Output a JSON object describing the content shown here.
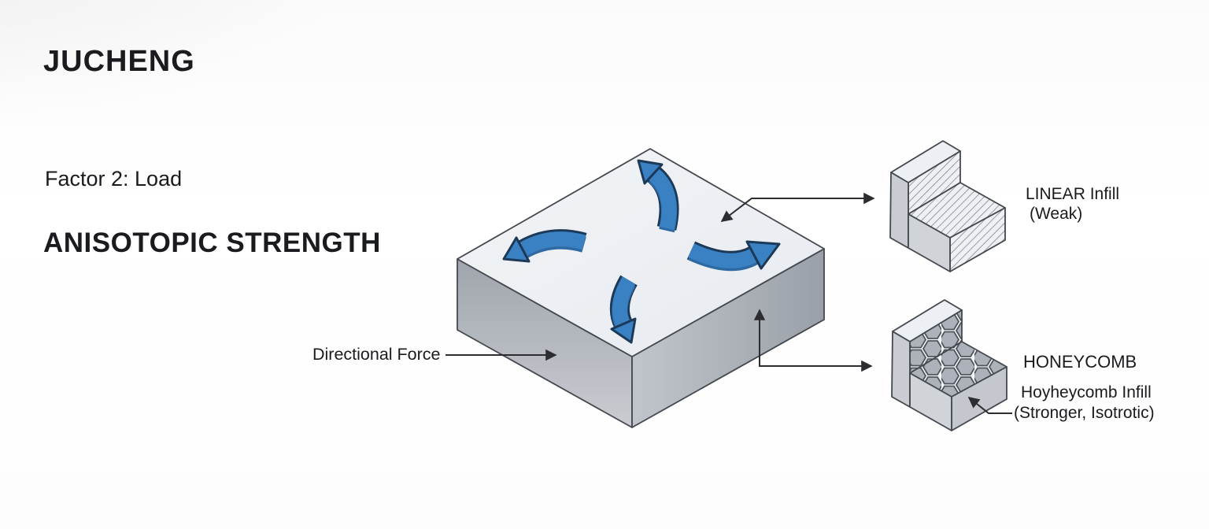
{
  "header": {
    "logo": "JUCHENG"
  },
  "intro": {
    "kicker": "Factor 2: Load",
    "title": "ANISOTOPIC STRENGTH"
  },
  "diagram": {
    "force_label": "Directional Force",
    "linear": {
      "line1": "LINEAR Infill",
      "line2": "(Weak)"
    },
    "honeycomb": {
      "heading": "HONEYCOMB",
      "line1": "Hoyheycomb Infill",
      "line2": "(Stronger, Isotrotic)"
    }
  },
  "colors": {
    "arrow_blue": "#3a81c4",
    "arrow_blue_dark": "#2d6aa3",
    "arrow_outline": "#1c3a57",
    "ink": "#1a1b1e",
    "line": "#2b2d31"
  }
}
